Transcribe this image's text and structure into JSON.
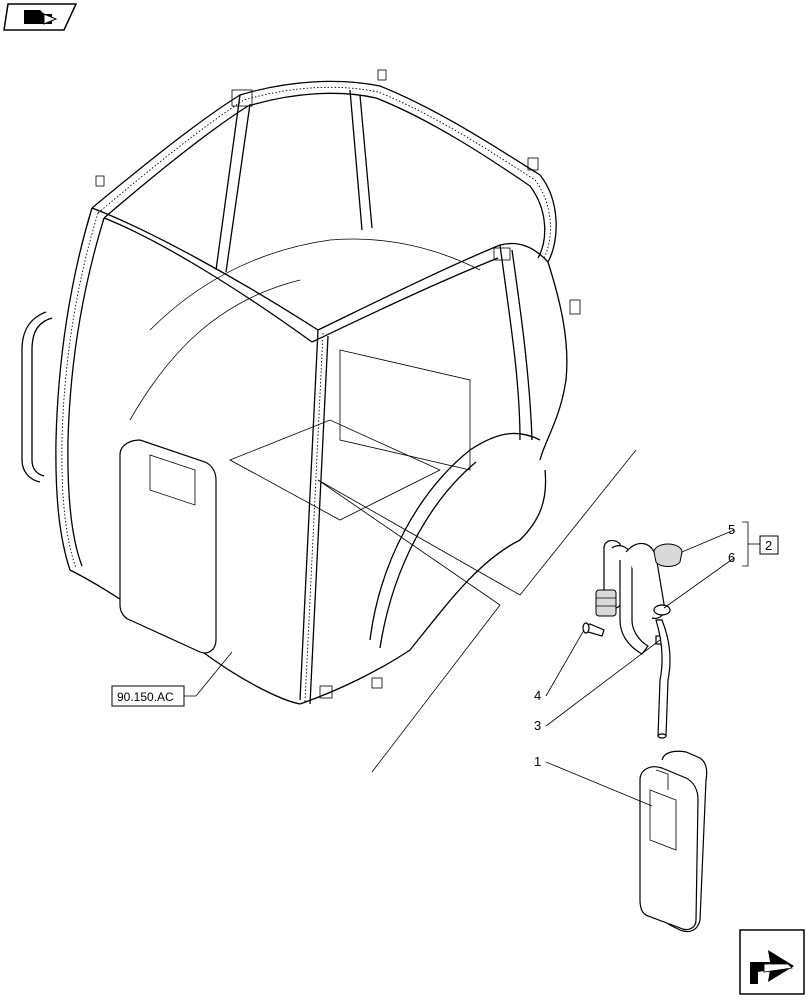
{
  "diagram": {
    "reference_label": "90.150.AC",
    "group_label": "2",
    "callouts": [
      {
        "id": "1",
        "label": "1"
      },
      {
        "id": "3",
        "label": "3"
      },
      {
        "id": "4",
        "label": "4"
      },
      {
        "id": "5",
        "label": "5"
      },
      {
        "id": "6",
        "label": "6"
      }
    ]
  },
  "icons": {
    "top_left": "book-arrow-icon",
    "bottom_right": "next-page-arrow-icon"
  }
}
